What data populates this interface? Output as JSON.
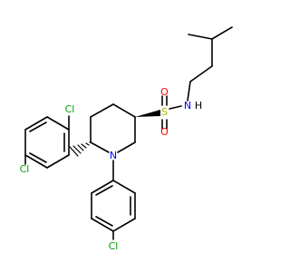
{
  "structure": {
    "atoms": {
      "S": "S",
      "O_top": "O",
      "O_bottom": "O",
      "NH": "N",
      "H_of_NH": "H",
      "N_ring": "N",
      "Cl_dcp_ortho": "Cl",
      "Cl_dcp_para": "Cl",
      "Cl_cp_para": "Cl"
    },
    "colors": {
      "carbon_bond": "#000000",
      "oxygen": "#ff0000",
      "nitrogen": "#0000ff",
      "sulfur": "#b2b200",
      "chlorine": "#00a000",
      "hydrogen_label": "#000000"
    }
  }
}
